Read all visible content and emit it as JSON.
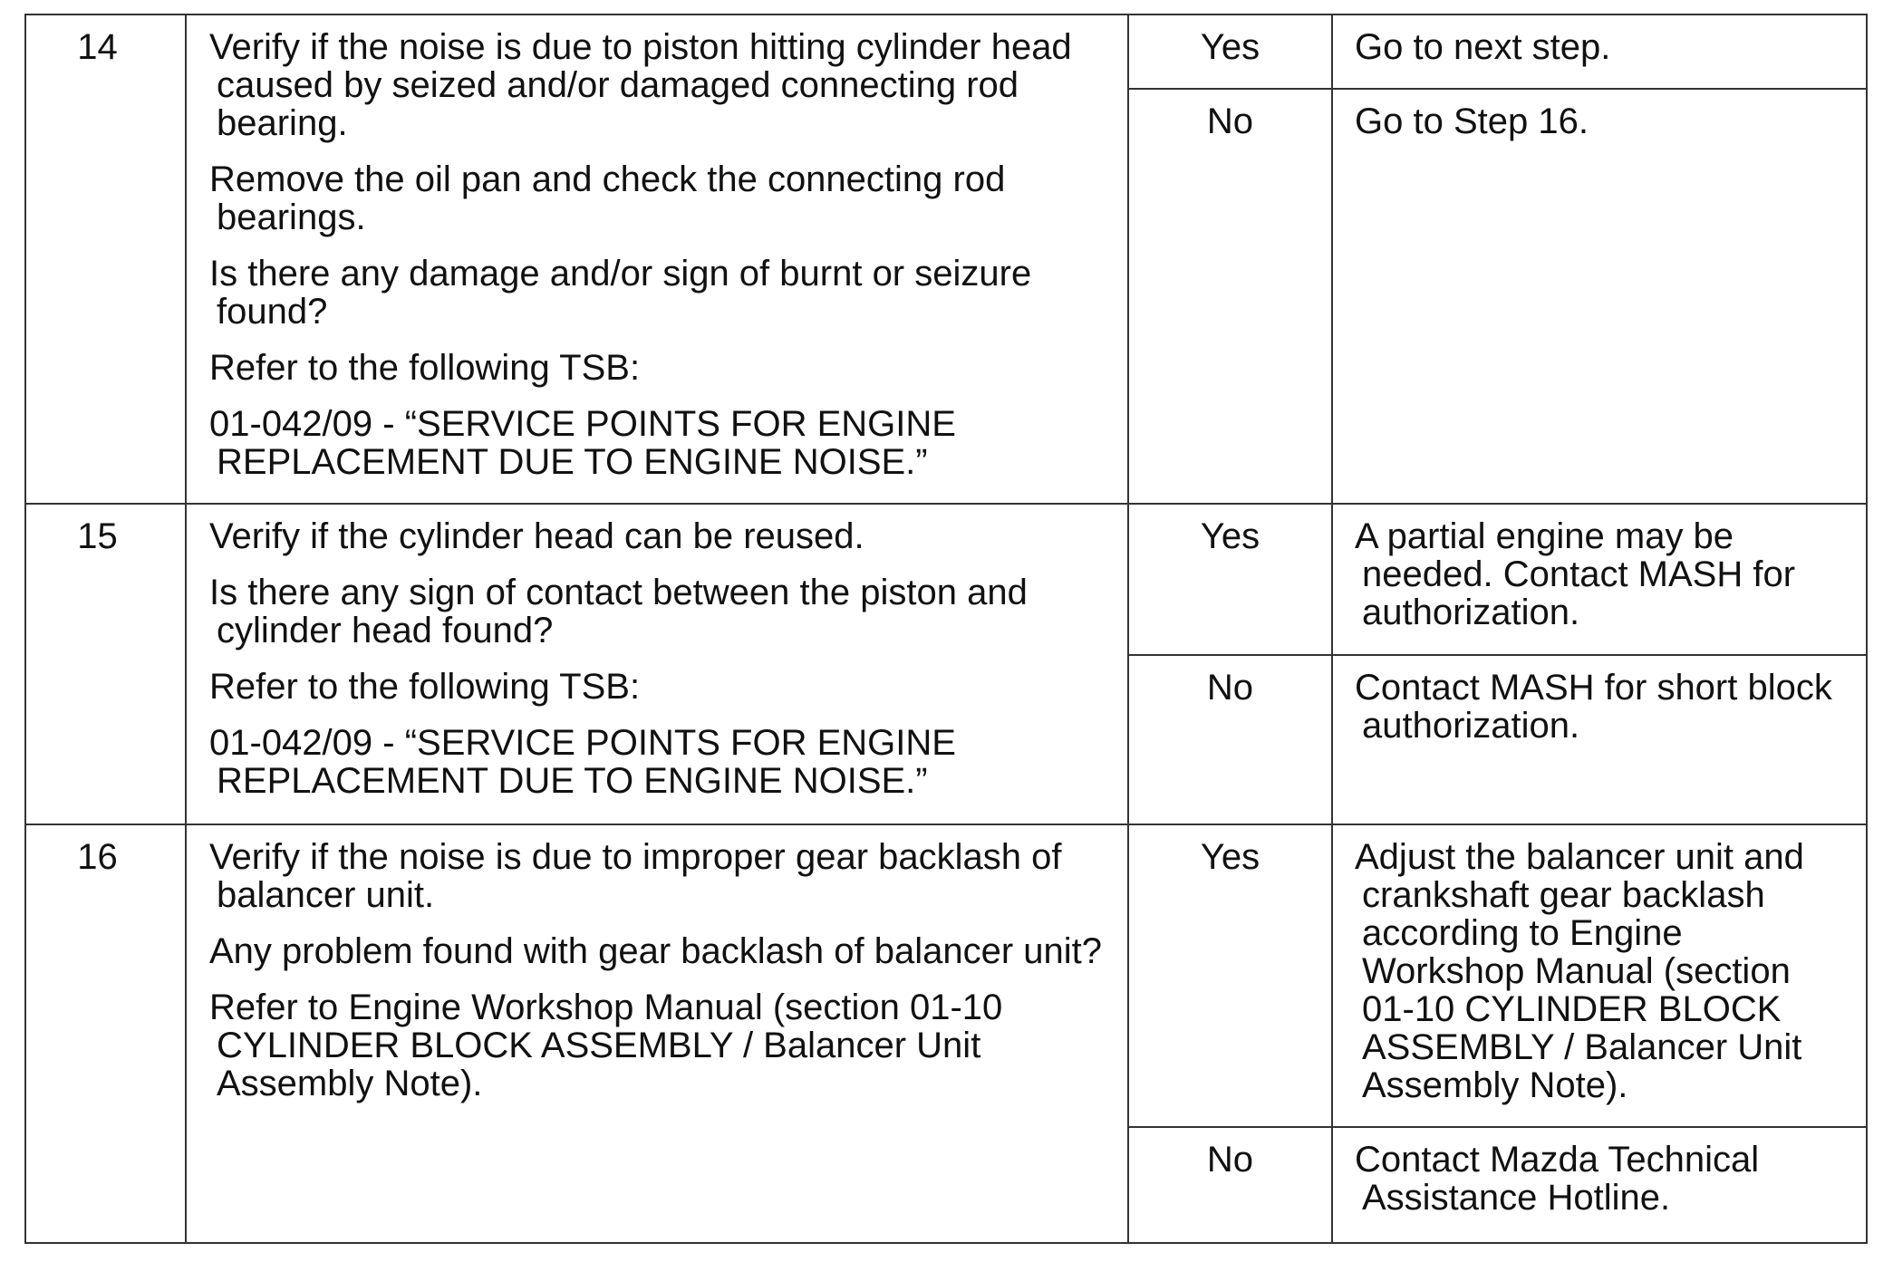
{
  "steps": [
    {
      "number": "14",
      "action": [
        "Verify if the noise is due to piston hitting cylinder head caused by seized and/or damaged connecting rod bearing.",
        "Remove the oil pan and check the connecting rod bearings.",
        "Is there any damage and/or sign of burnt or seizure found?",
        "Refer to the following TSB:",
        "01-042/09 - “SERVICE POINTS FOR ENGINE REPLACEMENT DUE TO ENGINE NOISE.”"
      ],
      "yes": {
        "label": "Yes",
        "result": "Go to next step."
      },
      "no": {
        "label": "No",
        "result": "Go to Step 16."
      }
    },
    {
      "number": "15",
      "action": [
        "Verify if the cylinder head can be reused.",
        "Is there any sign of contact between the piston and cylinder head found?",
        "Refer to the following TSB:",
        "01-042/09 - “SERVICE POINTS FOR ENGINE REPLACEMENT DUE TO ENGINE NOISE.”"
      ],
      "yes": {
        "label": "Yes",
        "result": "A partial engine may be needed. Contact MASH for authorization."
      },
      "no": {
        "label": "No",
        "result": "Contact MASH for short block authorization."
      }
    },
    {
      "number": "16",
      "action": [
        "Verify if the noise is due to improper gear backlash of balancer unit.",
        "Any problem found with gear backlash of balancer unit?",
        "Refer to Engine Workshop Manual (section 01-10 CYLINDER BLOCK ASSEMBLY / Balancer Unit Assembly Note)."
      ],
      "yes": {
        "label": "Yes",
        "result": "Adjust the balancer unit and crankshaft gear backlash according to Engine Workshop Manual (section 01-10 CYLINDER BLOCK ASSEMBLY / Balancer Unit Assembly Note)."
      },
      "no": {
        "label": "No",
        "result": "Contact Mazda Technical Assistance Hotline."
      }
    }
  ]
}
